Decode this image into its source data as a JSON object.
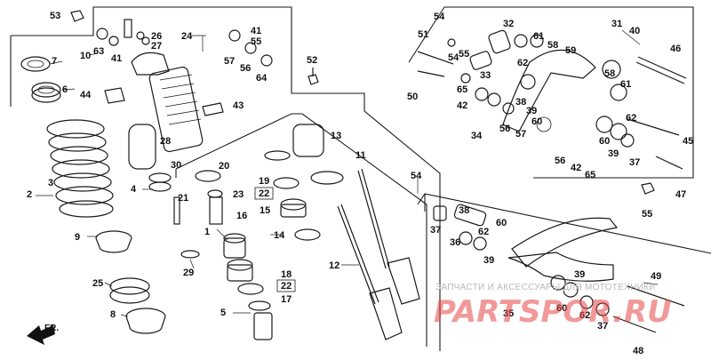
{
  "part_labels": [
    "1",
    "2",
    "3",
    "4",
    "5",
    "6",
    "7",
    "8",
    "9",
    "10",
    "11",
    "12",
    "13",
    "14",
    "15",
    "16",
    "17",
    "18",
    "19",
    "20",
    "21",
    "22",
    "23",
    "24",
    "25",
    "26",
    "27",
    "28",
    "29",
    "30",
    "31",
    "32",
    "33",
    "34",
    "35",
    "36",
    "37",
    "38",
    "39",
    "40",
    "41",
    "42",
    "43",
    "44",
    "45",
    "46",
    "47",
    "48",
    "49",
    "50",
    "51",
    "52",
    "53",
    "54",
    "55",
    "56",
    "57",
    "58",
    "59",
    "60",
    "61",
    "62",
    "63",
    "64",
    "65"
  ],
  "boxed_labels": [
    "22"
  ],
  "direction_label": "FR.",
  "watermark": {
    "caption": "ЗАПЧАСТИ И АКСЕССУАРЫ ДЛЯ МОТОТЕХНИКИ",
    "brand": "PARTSPOR.RU"
  },
  "colors": {
    "line": "#1a1a1a",
    "watermark": "#e64646",
    "background": "#ffffff"
  }
}
